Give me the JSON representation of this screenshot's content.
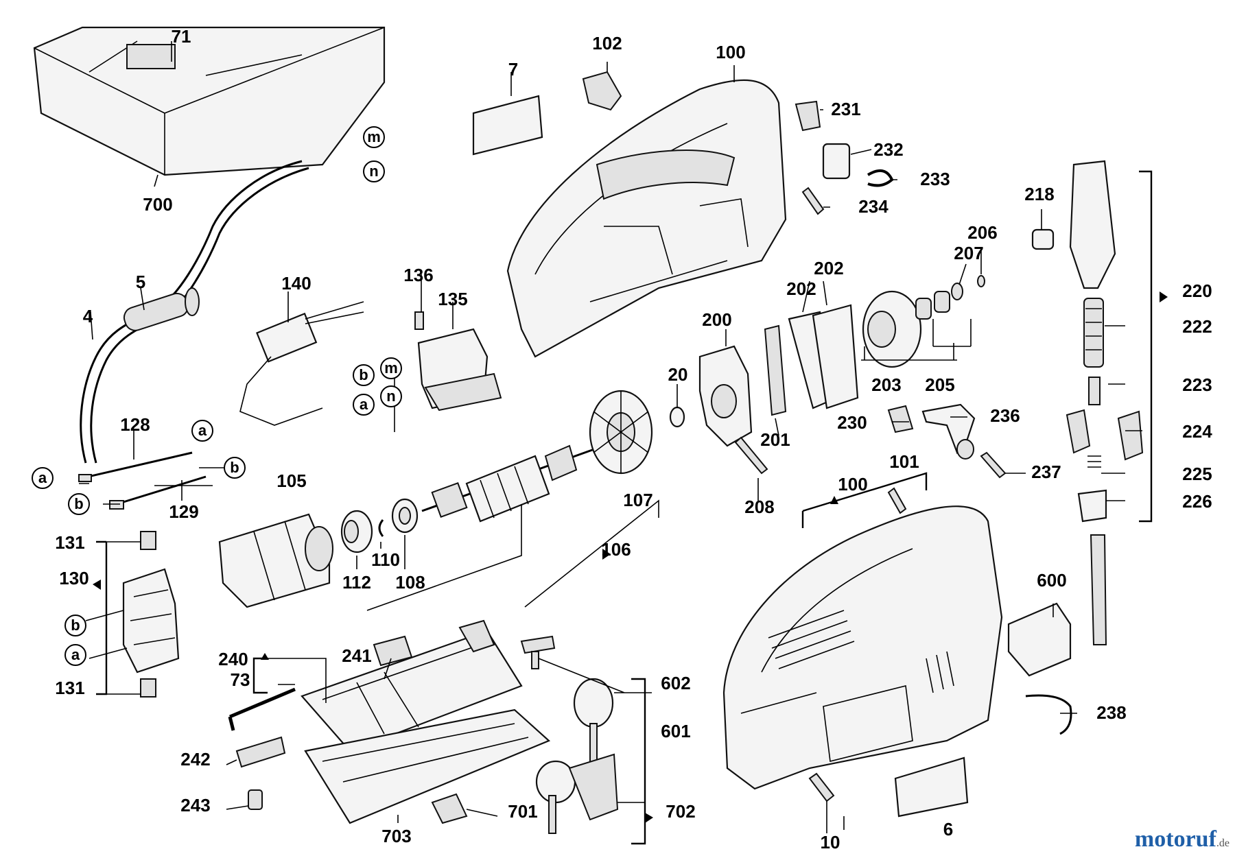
{
  "labels": [
    {
      "id": "71",
      "text": "71"
    },
    {
      "id": "700",
      "text": "700"
    },
    {
      "id": "5",
      "text": "5"
    },
    {
      "id": "4",
      "text": "4"
    },
    {
      "id": "140",
      "text": "140"
    },
    {
      "id": "136",
      "text": "136"
    },
    {
      "id": "135",
      "text": "135"
    },
    {
      "id": "128",
      "text": "128"
    },
    {
      "id": "129",
      "text": "129"
    },
    {
      "id": "105",
      "text": "105"
    },
    {
      "id": "131a",
      "text": "131"
    },
    {
      "id": "130",
      "text": "130"
    },
    {
      "id": "131b",
      "text": "131"
    },
    {
      "id": "112",
      "text": "112"
    },
    {
      "id": "110",
      "text": "110"
    },
    {
      "id": "108",
      "text": "108"
    },
    {
      "id": "106",
      "text": "106"
    },
    {
      "id": "107",
      "text": "107"
    },
    {
      "id": "20",
      "text": "20"
    },
    {
      "id": "200",
      "text": "200"
    },
    {
      "id": "7",
      "text": "7"
    },
    {
      "id": "102",
      "text": "102"
    },
    {
      "id": "100a",
      "text": "100"
    },
    {
      "id": "231",
      "text": "231"
    },
    {
      "id": "232",
      "text": "232"
    },
    {
      "id": "233",
      "text": "233"
    },
    {
      "id": "234",
      "text": "234"
    },
    {
      "id": "202a",
      "text": "202"
    },
    {
      "id": "202b",
      "text": "202"
    },
    {
      "id": "201",
      "text": "201"
    },
    {
      "id": "203",
      "text": "203"
    },
    {
      "id": "205",
      "text": "205"
    },
    {
      "id": "206",
      "text": "206"
    },
    {
      "id": "207",
      "text": "207"
    },
    {
      "id": "218",
      "text": "218"
    },
    {
      "id": "220",
      "text": "220"
    },
    {
      "id": "222",
      "text": "222"
    },
    {
      "id": "223",
      "text": "223"
    },
    {
      "id": "224",
      "text": "224"
    },
    {
      "id": "225",
      "text": "225"
    },
    {
      "id": "226",
      "text": "226"
    },
    {
      "id": "230",
      "text": "230"
    },
    {
      "id": "236",
      "text": "236"
    },
    {
      "id": "237",
      "text": "237"
    },
    {
      "id": "208",
      "text": "208"
    },
    {
      "id": "101",
      "text": "101"
    },
    {
      "id": "100b",
      "text": "100"
    },
    {
      "id": "600",
      "text": "600"
    },
    {
      "id": "238",
      "text": "238"
    },
    {
      "id": "240",
      "text": "240"
    },
    {
      "id": "73",
      "text": "73"
    },
    {
      "id": "241",
      "text": "241"
    },
    {
      "id": "242",
      "text": "242"
    },
    {
      "id": "243",
      "text": "243"
    },
    {
      "id": "703",
      "text": "703"
    },
    {
      "id": "701",
      "text": "701"
    },
    {
      "id": "702",
      "text": "702"
    },
    {
      "id": "602",
      "text": "602"
    },
    {
      "id": "601",
      "text": "601"
    },
    {
      "id": "10",
      "text": "10"
    },
    {
      "id": "6",
      "text": "6"
    }
  ],
  "circled": [
    {
      "id": "m1",
      "text": "m"
    },
    {
      "id": "n1",
      "text": "n"
    },
    {
      "id": "a1",
      "text": "a"
    },
    {
      "id": "a2",
      "text": "a"
    },
    {
      "id": "b1",
      "text": "b"
    },
    {
      "id": "b2",
      "text": "b"
    },
    {
      "id": "b3",
      "text": "b"
    },
    {
      "id": "m2",
      "text": "m"
    },
    {
      "id": "a3",
      "text": "a"
    },
    {
      "id": "n2",
      "text": "n"
    },
    {
      "id": "b4",
      "text": "b"
    },
    {
      "id": "a4",
      "text": "a"
    }
  ],
  "watermark": {
    "brand": "motoruf",
    "tld": ".de"
  }
}
